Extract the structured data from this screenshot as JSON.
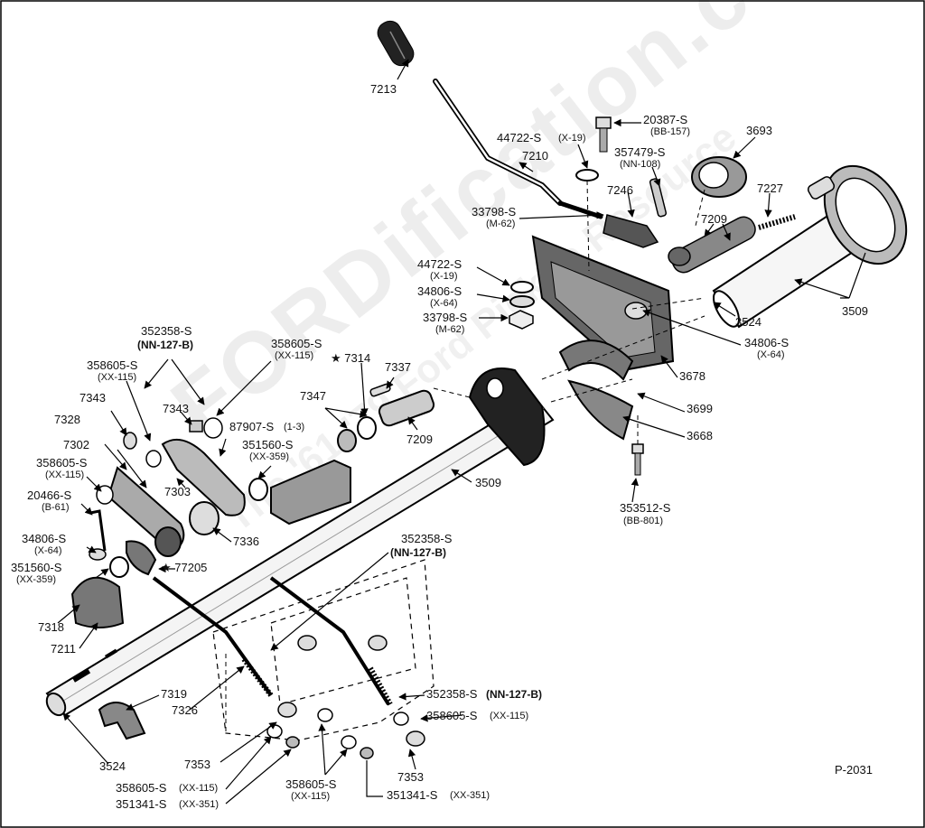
{
  "diagram_id": "P-2031",
  "watermark": {
    "main": "FORDification.com",
    "sub": "The '61-'79 Ford Pickup Resource"
  },
  "labels": {
    "l7213": "7213",
    "l20387": "20387-S",
    "s20387": "(BB-157)",
    "l44722a": "44722-S",
    "s44722a": "(X-19)",
    "l3693": "3693",
    "l357479": "357479-S",
    "s357479": "(NN-108)",
    "l7210": "7210",
    "l7246": "7246",
    "l7227": "7227",
    "l33798a": "33798-S",
    "s33798a": "(M-62)",
    "l7209a": "7209",
    "l44722b": "44722-S",
    "s44722b": "(X-19)",
    "l34806a": "34806-S",
    "s34806a": "(X-64)",
    "l33798b": "33798-S",
    "s33798b": "(M-62)",
    "l3524a": "3524",
    "l3509a": "3509",
    "l34806b": "34806-S",
    "s34806b": "(X-64)",
    "l3678": "3678",
    "l352358a": "352358-S",
    "s352358a": "(NN-127-B)",
    "l358605a": "358605-S",
    "s358605a": "(XX-115)",
    "l7314": "★ 7314",
    "l7337": "7337",
    "l358605b": "358605-S",
    "s358605b": "(XX-115)",
    "l7347": "7347",
    "l7343a": "7343",
    "l7343b": "7343",
    "l87907": "87907-S",
    "s87907": "(1-3)",
    "l7209b": "7209",
    "l7699": "3699",
    "l7328": "7328",
    "l351560a": "351560-S",
    "s351560a": "(XX-359)",
    "l3668": "3668",
    "l7302": "7302",
    "l7303": "7303",
    "l358605c": "358605-S",
    "s358605c": "(XX-115)",
    "l3509b": "3509",
    "l20466": "20466-S",
    "s20466": "(B-61)",
    "l7336": "7336",
    "l353512": "353512-S",
    "s353512": "(BB-801)",
    "l34806c": "34806-S",
    "s34806c": "(X-64)",
    "l352358b": "352358-S",
    "s352358b": "(NN-127-B)",
    "l77205": "★ 77205",
    "l351560b": "351560-S",
    "s351560b": "(XX-359)",
    "l7318": "7318",
    "l7211": "7211",
    "l7319": "7319",
    "l7326": "7326",
    "l352358c": "352358-S",
    "s352358c": "(NN-127-B)",
    "l358605d": "358605-S",
    "s358605d": "(XX-115)",
    "l3524b": "3524",
    "l7353a": "7353",
    "l7353b": "7353",
    "l358605e": "358605-S",
    "s358605e": "(XX-115)",
    "l358605f": "358605-S",
    "s358605f": "(XX-115)",
    "l351341a": "351341-S",
    "s351341a": "(XX-351)",
    "l351341b": "351341-S",
    "s351341b": "(XX-351)"
  }
}
